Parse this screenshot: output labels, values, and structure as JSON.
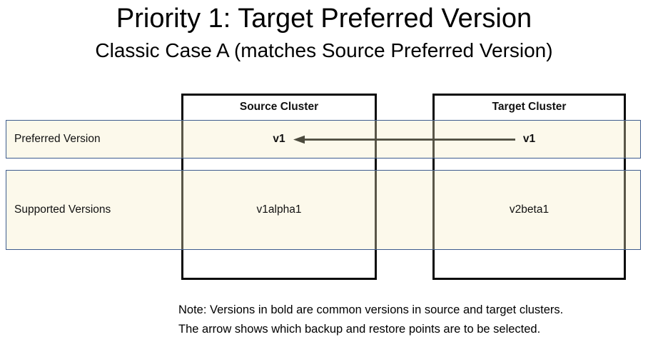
{
  "slide": {
    "title": "Priority 1: Target Preferred Version",
    "subtitle": "Classic Case A (matches Source Preferred Version)"
  },
  "rows": {
    "preferred_label": "Preferred Version",
    "supported_label": "Supported Versions"
  },
  "clusters": {
    "source": {
      "name": "Source Cluster",
      "preferred_version": "v1",
      "supported_version": "v1alpha1"
    },
    "target": {
      "name": "Target Cluster",
      "preferred_version": "v1",
      "supported_version": "v2beta1"
    }
  },
  "note": {
    "line1": "Note: Versions in bold are common versions in source and target clusters.",
    "line2": "The arrow shows which backup and restore points are to be selected."
  },
  "colors": {
    "row_fill": "#F7EEC457",
    "row_border": "#3E5C8E",
    "box_border": "#0A0A0A",
    "arrow": "#4B4A3D",
    "text": "#111111"
  }
}
